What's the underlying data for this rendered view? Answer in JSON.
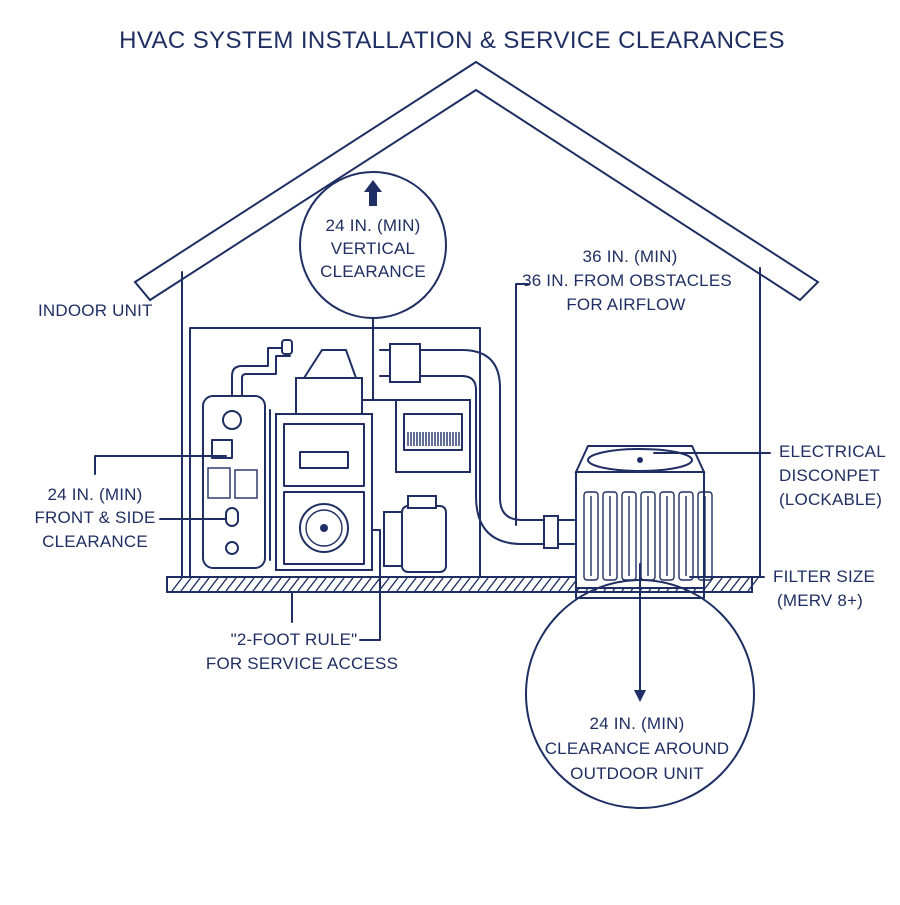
{
  "title": "HVAC SYSTEM INSTALLATION & SERVICE CLEARANCES",
  "labels": {
    "indoor_unit": "INDOOR UNIT",
    "vertical": [
      "24 IN. (MIN)",
      "VERTICAL",
      "CLEARANCE"
    ],
    "airflow": [
      "36 IN. (MIN)",
      "36 IN. FROM OBSTACLES",
      "FOR AIRFLOW"
    ],
    "front_side": [
      "24 IN. (MIN)",
      "FRONT & SIDE",
      "CLEARANCE"
    ],
    "electrical": [
      "ELECTRICAL",
      "DISCONPET",
      "(LOCKABLE)"
    ],
    "filter": [
      "FILTER SIZE",
      "(MERV 8+)"
    ],
    "service_rule": [
      "\"2-FOOT RULE\"",
      "FOR SERVICE ACCESS"
    ],
    "outdoor": [
      "24 IN. (MIN)",
      "CLEARANCE AROUND",
      "OUTDOOR UNIT"
    ]
  },
  "colors": {
    "ink": "#1f2f63",
    "background": "#ffffff"
  },
  "icons": {
    "vertical_arrow": "arrow-up-icon",
    "fan": "fan-icon"
  }
}
